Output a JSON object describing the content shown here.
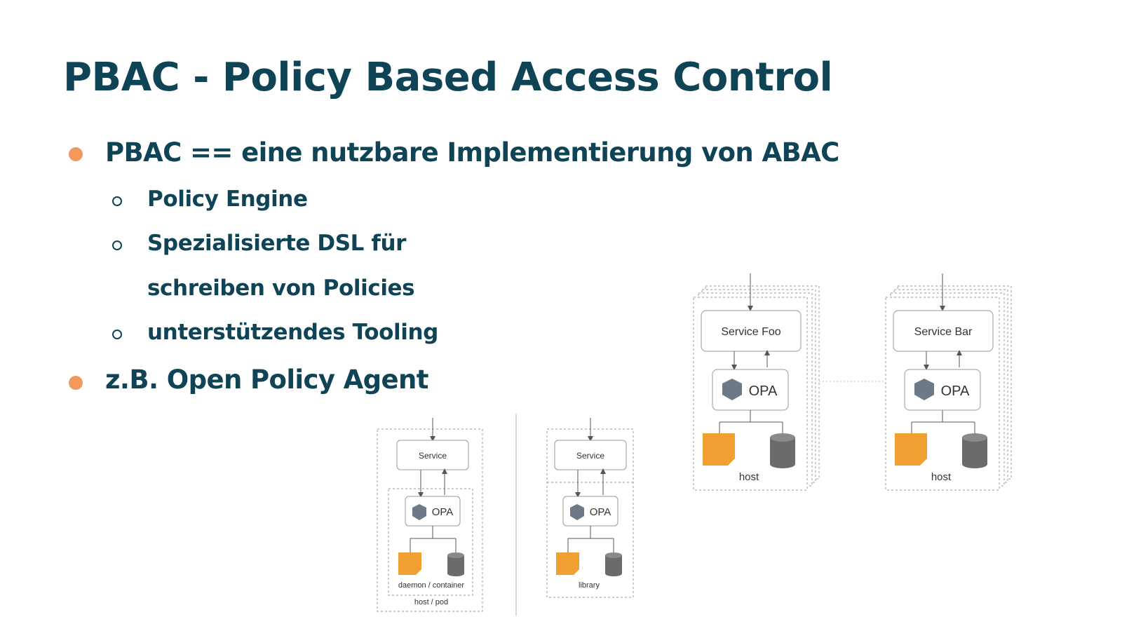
{
  "slide": {
    "title": "PBAC - Policy Based Access Control",
    "bullets": [
      {
        "text": "PBAC == eine nutzbare Implementierung von ABAC",
        "subitems": [
          "Policy Engine",
          "Spezialisierte DSL für",
          "schreiben von Policies",
          "unterstützendes Tooling"
        ]
      },
      {
        "text": "z.B. Open Policy Agent"
      }
    ],
    "bullet_color": "#f4995e",
    "title_color": "#0e4455"
  },
  "diagram": {
    "left": {
      "service_label": "Service",
      "opa_label": "OPA",
      "daemon_label": "daemon / container",
      "host_label": "host / pod"
    },
    "middle": {
      "service_label": "Service",
      "opa_label": "OPA",
      "library_label": "library"
    },
    "right_a": {
      "service_label": "Service Foo",
      "opa_label": "OPA",
      "host_label": "host"
    },
    "right_b": {
      "service_label": "Service Bar",
      "opa_label": "OPA",
      "host_label": "host"
    },
    "colors": {
      "policy": "#f0a030",
      "data": "#6b6b6b"
    }
  }
}
